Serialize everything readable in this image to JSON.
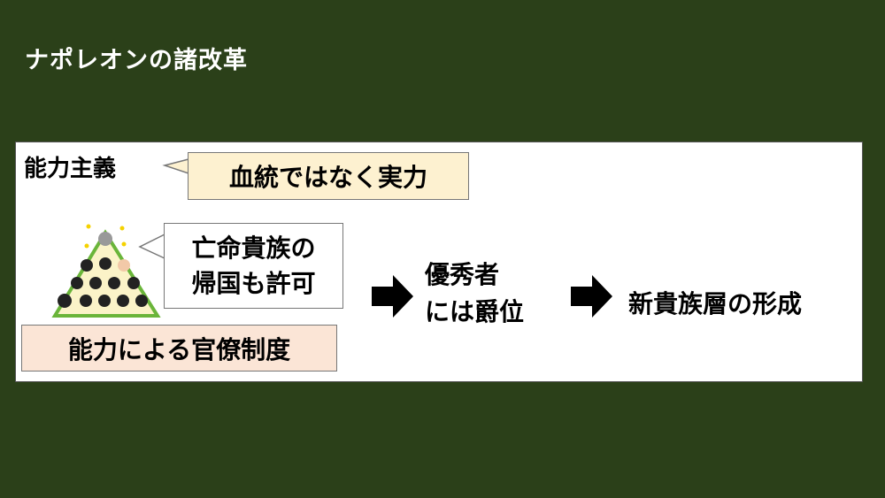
{
  "slide": {
    "title": "ナポレオンの諸改革",
    "heading": "能力主義",
    "callout_bloodline": "血統ではなく実力",
    "callout_emigres": [
      "亡命貴族の",
      "帰国も許可"
    ],
    "bureaucracy": "能力による官僚制度",
    "merit": [
      "優秀者",
      "には爵位"
    ],
    "result": "新貴族層の形成",
    "colors": {
      "background": "#2b4019",
      "callout_yellow": "#fdf1d0",
      "callout_pink": "#fbe5d6"
    }
  }
}
